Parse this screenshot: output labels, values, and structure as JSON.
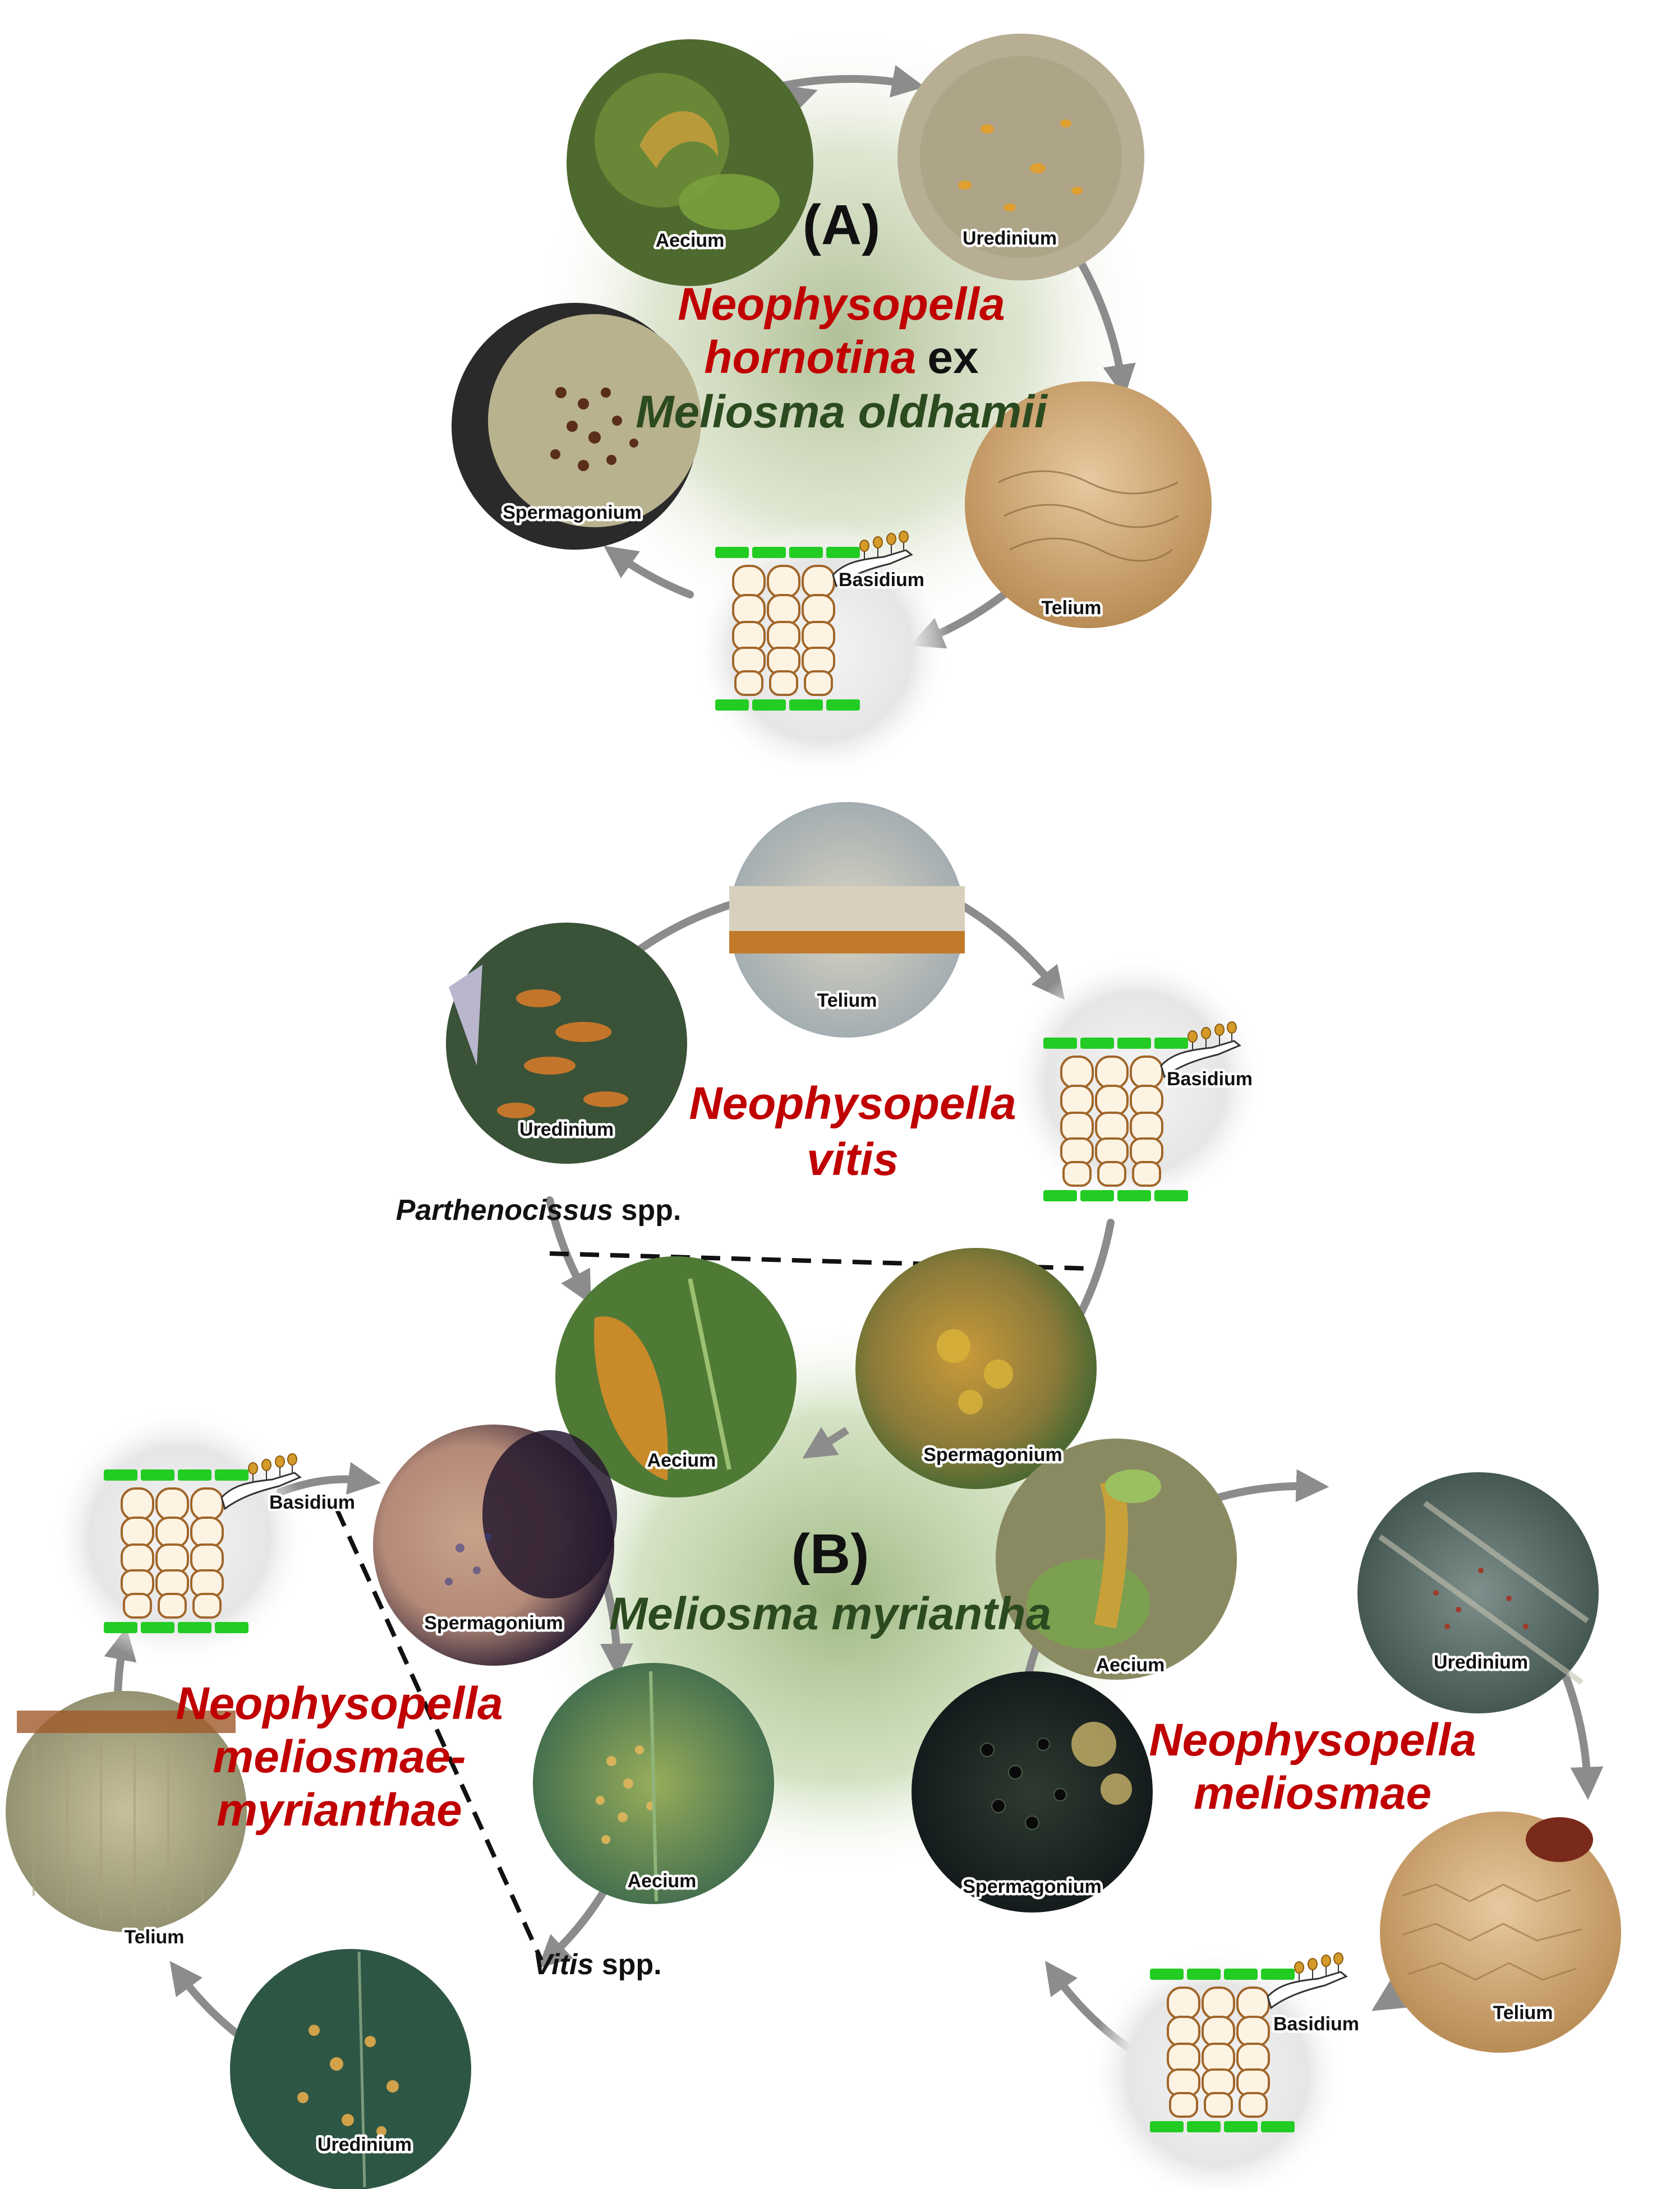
{
  "panel_a": {
    "panel_label": "(A)",
    "species_line1": "Neophysopella",
    "species_line2": "hornotina",
    "ex_word": "ex",
    "host": "Meliosma oldhamii",
    "stages": {
      "aecium": "Aecium",
      "uredinium": "Uredinium",
      "telium": "Telium",
      "basidium": "Basidium",
      "spermagonium": "Spermagonium"
    }
  },
  "panel_b": {
    "panel_label": "(B)",
    "host": "Meliosma myriantha",
    "center_stages": {
      "aecium": "Aecium",
      "spermagonium": "Spermagonium"
    },
    "vitis_cycle": {
      "species_line1": "Neophysopella",
      "species_line2": "vitis",
      "host_genus": "Parthenocissus",
      "host_suffix": " spp.",
      "stages": {
        "telium": "Telium",
        "basidium": "Basidium",
        "uredinium": "Uredinium"
      }
    },
    "mm_cycle": {
      "species_line1": "Neophysopella",
      "species_line2": "meliosmae-",
      "species_line3": "myrianthae",
      "host_genus": "Vitis",
      "host_suffix": " spp.",
      "stages": {
        "basidium": "Basidium",
        "spermagonium": "Spermagonium",
        "aecium": "Aecium",
        "uredinium": "Uredinium",
        "telium": "Telium"
      }
    },
    "meliosmae_cycle": {
      "species_line1": "Neophysopella",
      "species_line2": "meliosmae",
      "stages": {
        "aecium": "Aecium",
        "uredinium": "Uredinium",
        "telium": "Telium",
        "basidium": "Basidium",
        "spermagonium": "Spermagonium"
      }
    }
  },
  "colors": {
    "species_red": "#c00000",
    "host_green": "#2c4a1f",
    "arrow_gray": "#8c8c8c",
    "hypha_green": "#22cc22",
    "cell_outline": "#a0662a",
    "cell_fill": "#fdf3e3"
  }
}
